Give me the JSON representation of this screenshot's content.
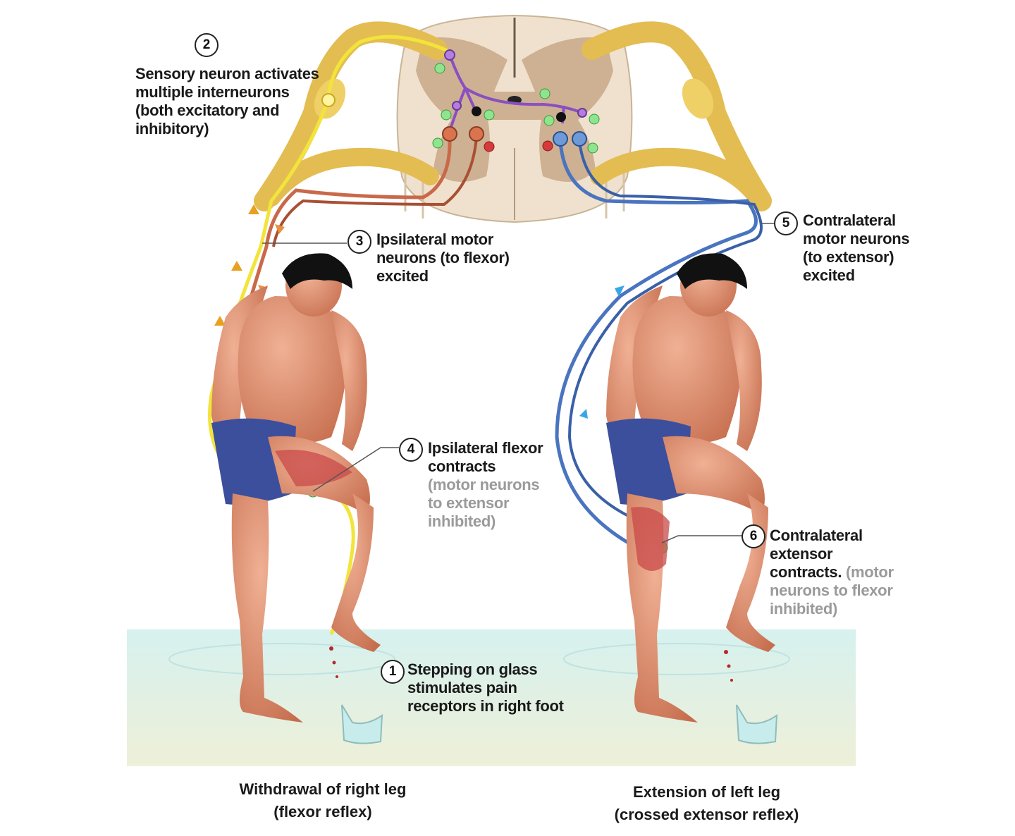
{
  "steps": [
    {
      "number": "1",
      "lines": [
        "Stepping on glass",
        "stimulates pain",
        "receptors in right foot"
      ],
      "note_lines": []
    },
    {
      "number": "2",
      "lines": [
        "Sensory neuron activates",
        "multiple interneurons",
        "(both excitatory and",
        "inhibitory)"
      ],
      "note_lines": []
    },
    {
      "number": "3",
      "lines": [
        "Ipsilateral motor",
        "neurons (to flexor)",
        "excited"
      ],
      "note_lines": []
    },
    {
      "number": "4",
      "lines": [
        "Ipsilateral flexor",
        "contracts"
      ],
      "note_lines": [
        "(motor neurons",
        "to extensor",
        "inhibited)"
      ]
    },
    {
      "number": "5",
      "lines": [
        "Contralateral",
        "motor neurons",
        "(to extensor)",
        "excited"
      ],
      "note_lines": []
    },
    {
      "number": "6",
      "lines": [
        "Contralateral",
        "extensor",
        "contracts."
      ],
      "note_first": "(motor",
      "note_lines": [
        "neurons to flexor",
        "inhibited)"
      ]
    }
  ],
  "captions": {
    "left": [
      "Withdrawal of right leg",
      "(flexor reflex)"
    ],
    "right": [
      "Extension of left leg",
      "(crossed extensor reflex)"
    ]
  },
  "colors": {
    "sensory": "#f2e43a",
    "ipsilateral_motor": "#c9694a",
    "contralateral_motor": "#4a74c0",
    "interneuron": "#8a4fc0",
    "spinal_gray": "#c8ae92",
    "spinal_white": "#efe1cd",
    "nerve_root": "#e8c75a",
    "skin": "#d98868",
    "shorts": "#3c4f9c",
    "floor": "#dff0e6"
  },
  "icons": [
    "excitatory-plus-icon",
    "inhibitory-minus-icon"
  ]
}
